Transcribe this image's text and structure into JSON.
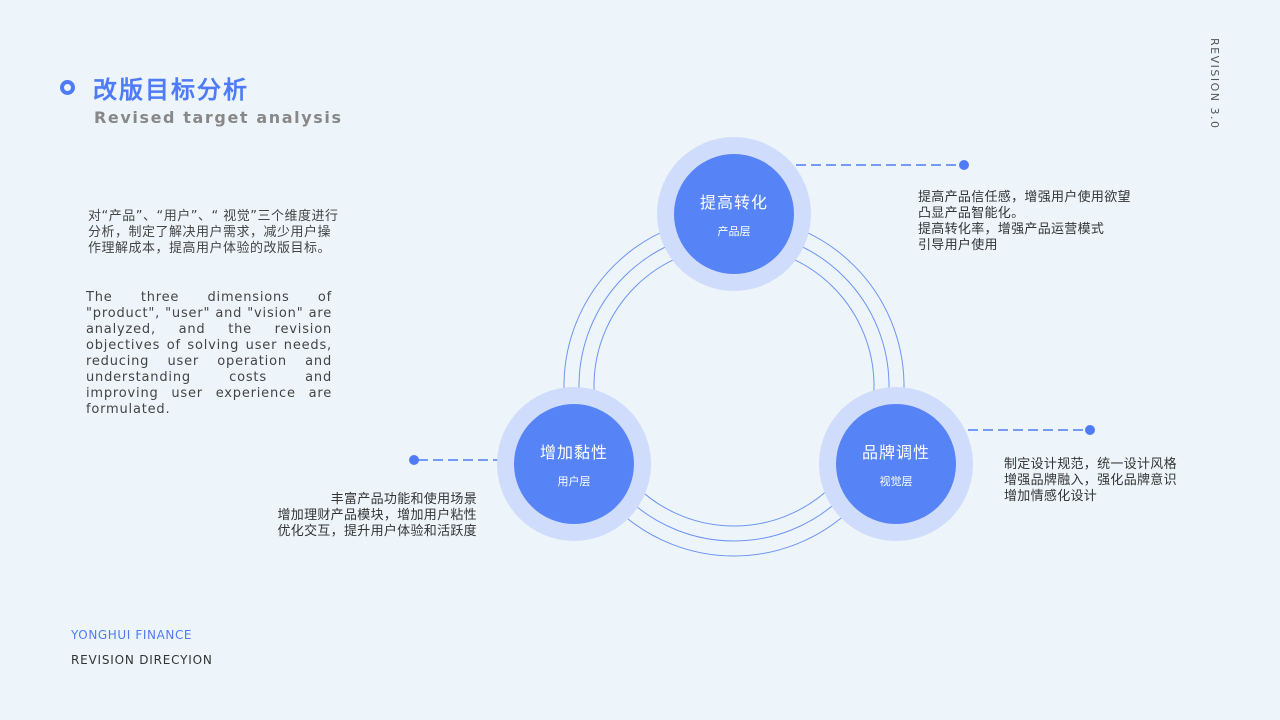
{
  "header": {
    "title": "改版目标分析",
    "subtitle": "Revised target analysis"
  },
  "side_label": "REVISION 3.0",
  "intro": {
    "cn": "对“产品”、“用户”、“ 视觉”三个维度进行分析，制定了解决用户需求，减少用户操作理解成本，提高用户体验的改版目标。",
    "en": "The three dimensions of \"product\", \"user\" and \"vision\" are analyzed, and the revision objectives of solving user needs, reducing user operation and understanding costs and improving user experience are formulated."
  },
  "nodes": {
    "top": {
      "title": "提高转化",
      "sub": "产品层"
    },
    "left": {
      "title": "增加黏性",
      "sub": "用户层"
    },
    "right": {
      "title": "品牌调性",
      "sub": "视觉层"
    }
  },
  "descriptions": {
    "top": [
      "提高产品信任感，增强用户使用欲望",
      "凸显产品智能化。",
      "提高转化率，增强产品运营模式",
      "引导用户使用"
    ],
    "left": [
      "丰富产品功能和使用场景",
      "增加理财产品模块，增加用户粘性",
      "优化交互，提升用户体验和活跃度"
    ],
    "right": [
      "制定设计规范，统一设计风格",
      "增强品牌融入，强化品牌意识",
      "增加情感化设计"
    ]
  },
  "footer": {
    "brand": "YONGHUI FINANCE",
    "sub": "REVISION DIRECYION"
  },
  "colors": {
    "accent": "#4f7cf6",
    "node_inner": "#5683f6",
    "node_outer": "#cfdcfb",
    "background": "#edf5fa"
  }
}
